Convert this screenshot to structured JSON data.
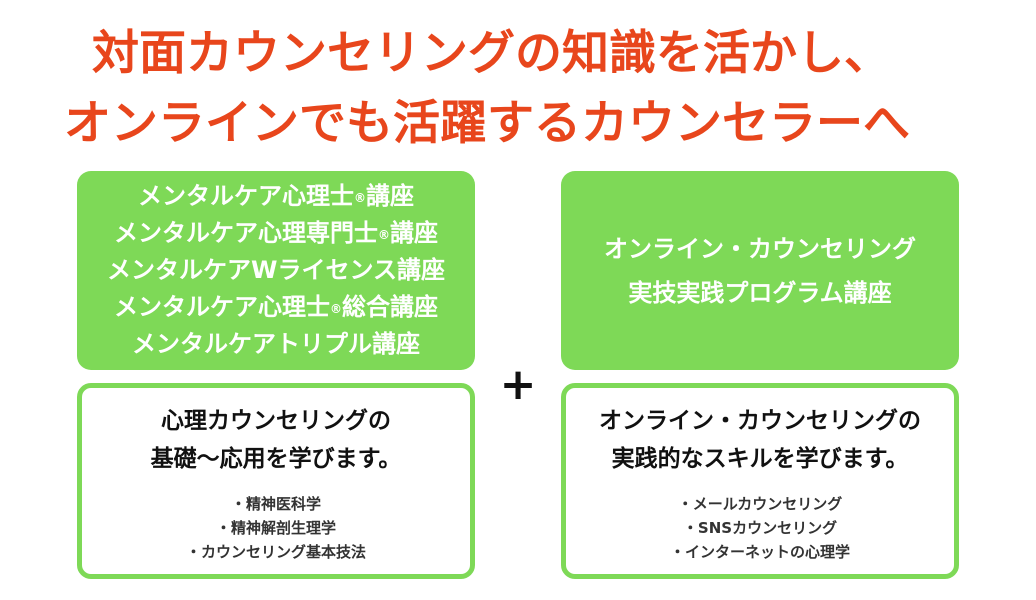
{
  "headline": {
    "line1": "対面カウンセリングの知識を活かし、",
    "line2": "オンラインでも活躍するカウンセラーへ"
  },
  "left": {
    "courses": [
      {
        "text": "メンタルケア心理士",
        "mark": "®",
        "suffix": "講座"
      },
      {
        "text": "メンタルケア心理専門士",
        "mark": "®",
        "suffix": "講座"
      },
      {
        "text": "メンタルケアWライセンス講座",
        "mark": "",
        "suffix": ""
      },
      {
        "text": "メンタルケア心理士",
        "mark": "®",
        "suffix": "総合講座"
      },
      {
        "text": "メンタルケアトリプル講座",
        "mark": "",
        "suffix": ""
      }
    ],
    "desc_line1": "心理カウンセリングの",
    "desc_line2": "基礎～応用を学びます。",
    "bullets": [
      "・精神医科学",
      "・精神解剖生理学",
      "・カウンセリング基本技法"
    ]
  },
  "plus_symbol": "+",
  "right": {
    "program_line1": "オンライン・カウンセリング",
    "program_line2": "実技実践プログラム講座",
    "desc_line1": "オンライン・カウンセリングの",
    "desc_line2": "実践的なスキルを学びます。",
    "bullets": [
      "・メールカウンセリング",
      "・SNSカウンセリング",
      "・インターネットの心理学"
    ]
  },
  "colors": {
    "headline": "#e8461c",
    "green": "#7ed957"
  }
}
